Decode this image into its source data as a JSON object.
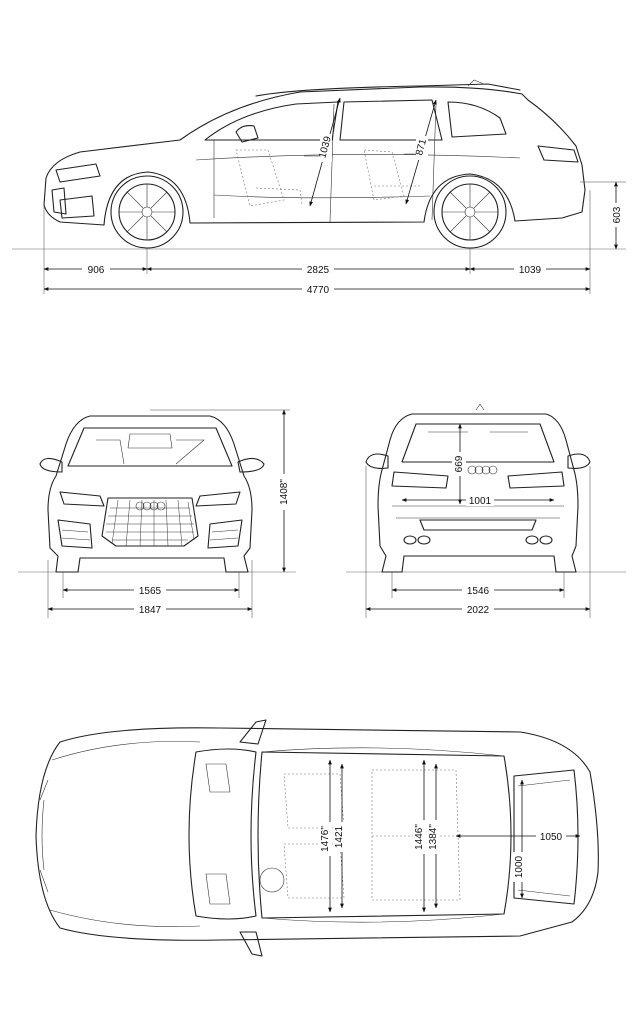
{
  "side_view": {
    "front_overhang": "906",
    "wheelbase": "2825",
    "rear_overhang": "1039",
    "overall_length": "4770",
    "load_sill_height": "603",
    "front_door_opening": "1039",
    "rear_door_opening": "871"
  },
  "front_view": {
    "track_front": "1565",
    "width": "1847",
    "height": "1408\""
  },
  "rear_view": {
    "track_rear": "1546",
    "width_mirrors": "2022",
    "tailgate_opening_height": "669",
    "tailgate_opening_width": "1001"
  },
  "top_view": {
    "front_shoulder_width": "1476\"",
    "front_elbow_width": "1421",
    "rear_shoulder_width": "1446\"",
    "rear_elbow_width": "1384\"",
    "load_floor_length": "1050",
    "load_floor_width": "1000"
  }
}
